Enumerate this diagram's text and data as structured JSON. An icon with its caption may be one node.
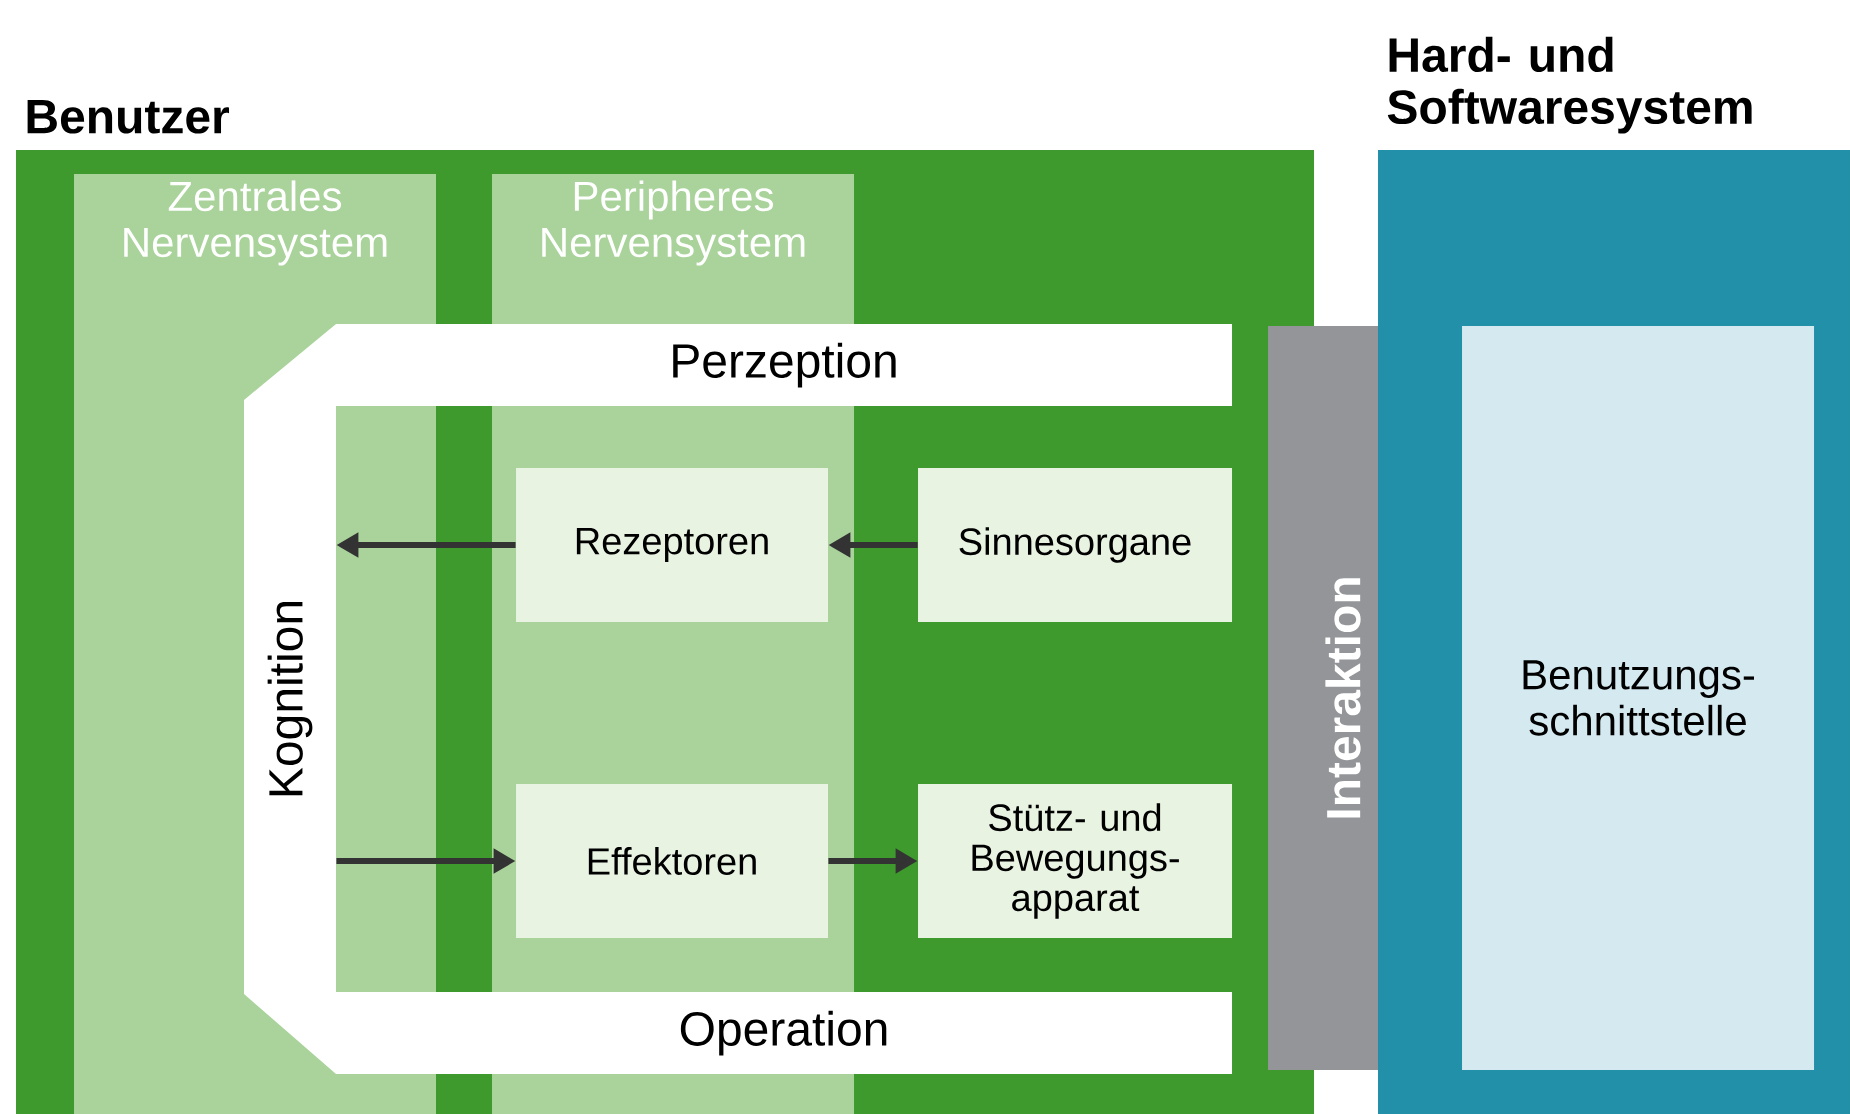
{
  "diagram": {
    "nodes": [
      {
        "text": [
          "Benutzer"
        ]
      },
      {
        "text": [
          "Zentrales Nervensystem"
        ],
        "in": 0
      },
      {
        "text": [
          "Peripheres Nervensystem"
        ],
        "in": 0
      },
      {
        "text": [
          "Perzeption"
        ],
        "in": 0
      },
      {
        "text": [
          "Kognition"
        ],
        "in": 1
      },
      {
        "text": [
          "Rezeptoren"
        ],
        "in": 2
      },
      {
        "text": [
          "Sinnesorgane"
        ],
        "in": 0
      },
      {
        "text": [
          "Effektoren"
        ],
        "in": 2
      },
      {
        "text": [
          "Stütz- und Bewegungs- apparat"
        ],
        "in": 0
      },
      {
        "text": [
          "Operation"
        ],
        "in": 0
      },
      {
        "text": [
          "Interaktion"
        ]
      },
      {
        "text": [
          "Hard- und Softwaresystem"
        ]
      },
      {
        "text": [
          "Benutzungs- schnittstelle"
        ],
        "in": 11
      }
    ],
    "edges": [
      {
        "from": 6,
        "to": 5,
        "arrow": "to"
      },
      {
        "from": 5,
        "to": 4,
        "arrow": "to"
      },
      {
        "from": 4,
        "to": 7,
        "arrow": "to"
      },
      {
        "from": 7,
        "to": 8,
        "arrow": "to"
      }
    ]
  }
}
